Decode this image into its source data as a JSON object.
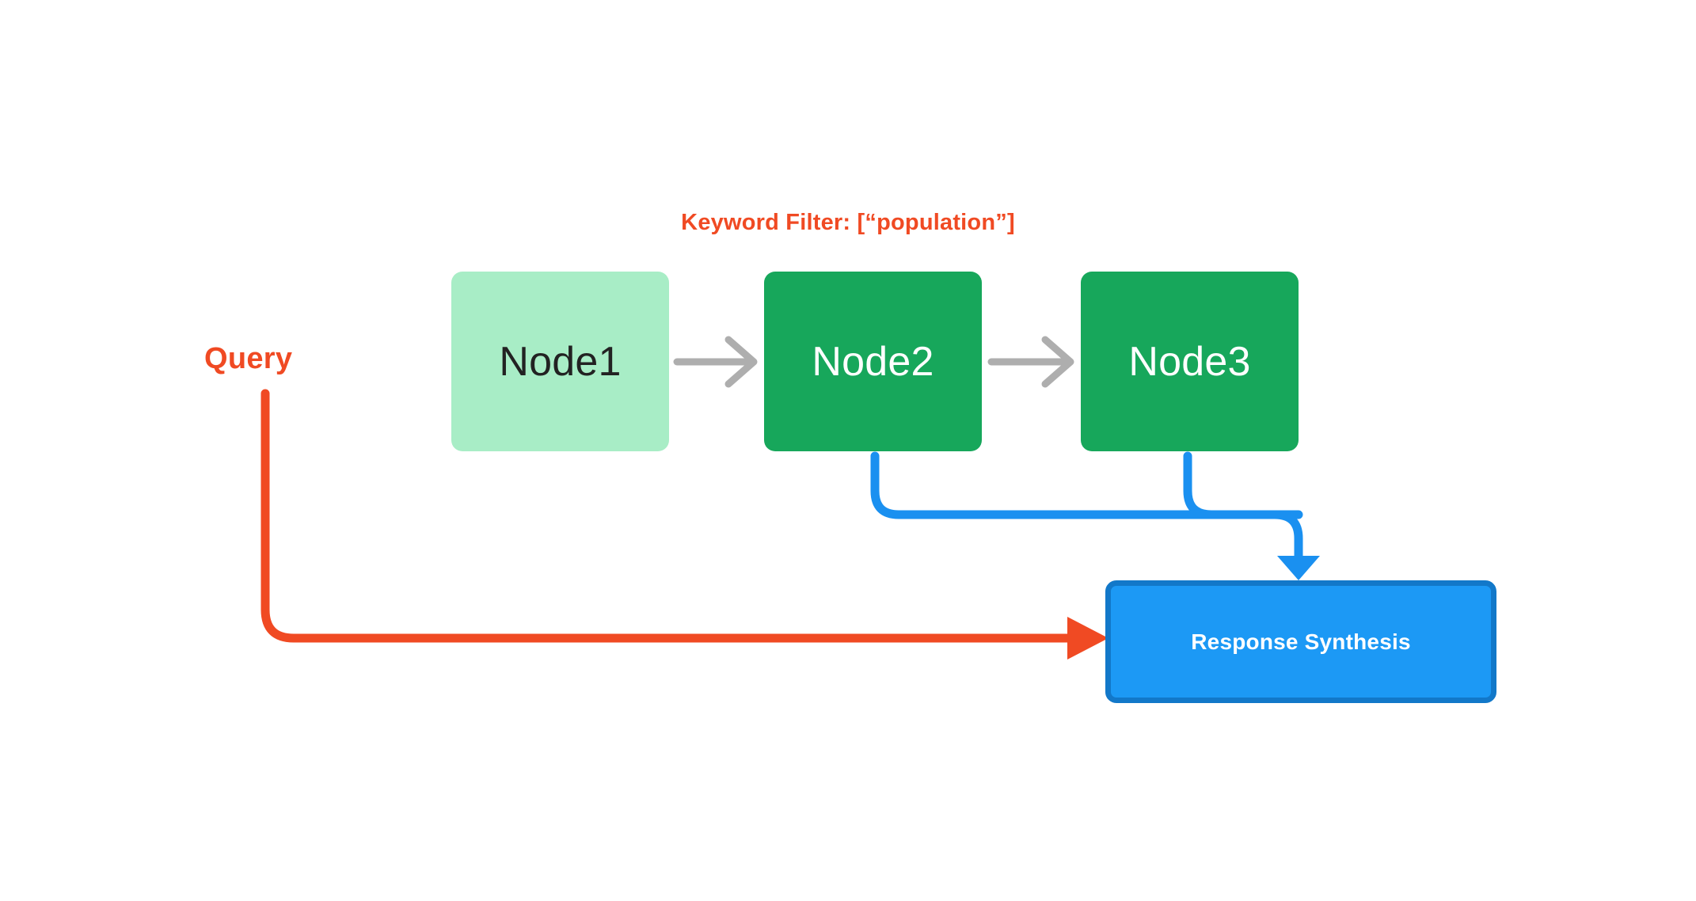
{
  "diagram": {
    "title": "Keyword Filter: [“population”]",
    "query_label": "Query",
    "nodes": [
      {
        "id": "node1",
        "label": "Node1",
        "state": "filtered-out",
        "fill": "#a8edc6",
        "text_color": "#222222"
      },
      {
        "id": "node2",
        "label": "Node2",
        "state": "matched",
        "fill": "#17a75b",
        "text_color": "#ffffff"
      },
      {
        "id": "node3",
        "label": "Node3",
        "state": "matched",
        "fill": "#17a75b",
        "text_color": "#ffffff"
      }
    ],
    "response": {
      "label": "Response Synthesis",
      "fill": "#1c99f5",
      "border_color": "#1278c9"
    },
    "edges": [
      {
        "from": "node1",
        "to": "node2",
        "kind": "sequence",
        "color": "#aeaeae",
        "head": "open-chevron"
      },
      {
        "from": "node2",
        "to": "node3",
        "kind": "sequence",
        "color": "#aeaeae",
        "head": "open-chevron"
      },
      {
        "from": "node2",
        "to": "response",
        "kind": "retrieval",
        "color": "#1a90f0",
        "head": "filled-triangle"
      },
      {
        "from": "node3",
        "to": "response",
        "kind": "retrieval",
        "color": "#1a90f0",
        "head": "filled-triangle"
      },
      {
        "from": "query",
        "to": "response",
        "kind": "query",
        "color": "#f04a23",
        "head": "filled-triangle"
      }
    ],
    "colors": {
      "accent_red": "#f04a23",
      "accent_blue": "#1a90f0",
      "accent_green": "#17a75b",
      "accent_green_light": "#a8edc6",
      "arrow_gray": "#aeaeae",
      "background": "#ffffff"
    }
  }
}
